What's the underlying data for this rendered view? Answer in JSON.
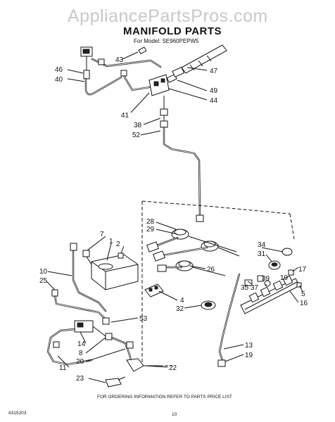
{
  "watermark": "AppliancePartsPros.com",
  "title": "MANIFOLD PARTS",
  "model": "For Model: SE960PEPW5",
  "footer": {
    "doc_number": "4315203",
    "notice": "FOR ORDERING INFORMATION REFER TO PARTS PRICE LIST",
    "page_number": "10"
  },
  "callouts": {
    "c43": "43",
    "c46": "46",
    "c40": "40",
    "c41": "41",
    "c38": "38",
    "c52": "52",
    "c47": "47",
    "c49": "49",
    "c44": "44",
    "c28": "28",
    "c29": "29",
    "c26": "26",
    "c34": "34",
    "c31": "31",
    "c17": "17",
    "c39": "39",
    "c37": "37",
    "c35": "35",
    "c5": "5",
    "c16": "16",
    "c4": "4",
    "c32": "32",
    "c7": "7",
    "c1": "1",
    "c2": "2",
    "c10": "10",
    "c25": "25",
    "c53": "53",
    "c14": "14",
    "c8": "8",
    "c20": "20",
    "c11": "11",
    "c23": "23",
    "c22": "22",
    "c13": "13",
    "c19": "19",
    "c19b": "19"
  }
}
